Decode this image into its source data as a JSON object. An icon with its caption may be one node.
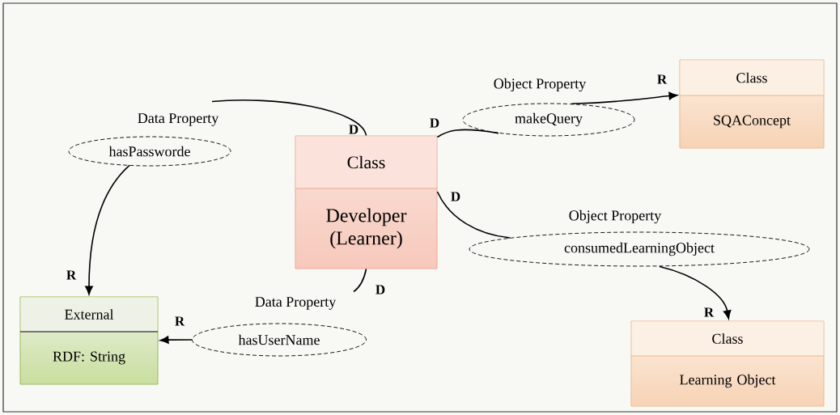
{
  "diagram": {
    "nodes": [
      {
        "text": [
          "Class",
          "Developer (Learner)"
        ]
      },
      {
        "text": [
          "Data Property",
          "hasPassworde"
        ]
      },
      {
        "text": [
          "Object Property",
          "makeQuery"
        ]
      },
      {
        "text": [
          "Class",
          "SQAConcept"
        ]
      },
      {
        "text": [
          "Object Property",
          "consumedLearningObject"
        ]
      },
      {
        "text": [
          "Class",
          "Learning Object"
        ]
      },
      {
        "text": [
          "Data Property",
          "hasUserName"
        ]
      },
      {
        "text": [
          "External",
          "RDF: String"
        ]
      }
    ],
    "edges": [
      {
        "from": 0,
        "to": 1,
        "arrow": "none",
        "label": "D"
      },
      {
        "from": 1,
        "to": 7,
        "arrow": "to",
        "label": "R"
      },
      {
        "from": 0,
        "to": 2,
        "arrow": "none",
        "label": "D"
      },
      {
        "from": 2,
        "to": 3,
        "arrow": "to",
        "label": "R"
      },
      {
        "from": 0,
        "to": 4,
        "arrow": "none",
        "label": "D"
      },
      {
        "from": 4,
        "to": 5,
        "arrow": "to",
        "label": "R"
      },
      {
        "from": 0,
        "to": 6,
        "arrow": "none",
        "label": "D"
      },
      {
        "from": 6,
        "to": 7,
        "arrow": "to",
        "label": "R"
      }
    ]
  }
}
